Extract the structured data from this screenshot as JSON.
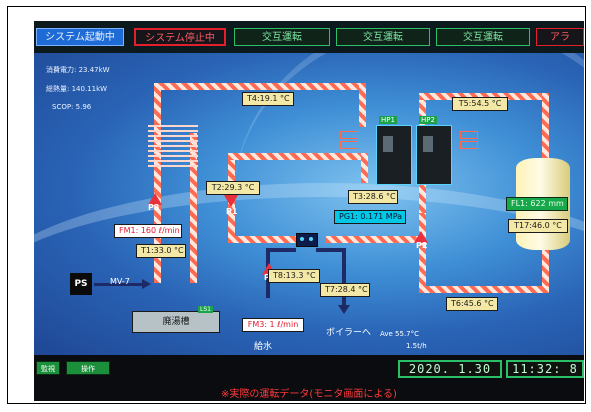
{
  "topbar": {
    "tabs": [
      {
        "label": "システム起動中"
      },
      {
        "label": "システム停止中"
      },
      {
        "label": "交互運転"
      },
      {
        "label": "交互運転"
      },
      {
        "label": "交互運転"
      },
      {
        "label": "アラ"
      }
    ]
  },
  "stats": {
    "power": "消費電力: 23.47kW",
    "heat": "総熱量: 140.11kW",
    "scop": "SCOP: 5.96"
  },
  "temps": {
    "T1": "T1:33.0 °C",
    "T2": "T2:29.3 °C",
    "T3": "T3:28.6 °C",
    "T4": "T4:19.1 °C",
    "T5": "T5:54.5 °C",
    "T6": "T6:45.6 °C",
    "T7": "T7:28.4 °C",
    "T8": "T8:13.3 °C",
    "T17": "T17:46.0 °C"
  },
  "flows": {
    "FM1": "FM1: 160 ℓ/min",
    "FM3": "FM3: 1 ℓ/min"
  },
  "pressure": {
    "PG1": "PG1: 0.171 MPa"
  },
  "level": {
    "FL1": "FL1: 622 mm"
  },
  "pumps": {
    "P1": "P1",
    "P2": "P2",
    "P3": "P3",
    "P5": "P5"
  },
  "heatpumps": {
    "hp1": "HP1",
    "hp2": "HP2"
  },
  "labels": {
    "haitou": "廃湯槽",
    "ls1": "LS1",
    "ps": "PS",
    "mv7": "MV-7",
    "supply_water": "給水",
    "to_boiler": "ボイラーへ",
    "ave": "Ave 55.7°C",
    "flow_right": "1.5t/h"
  },
  "bottombar": {
    "btn_monitor": "監視",
    "btn_operate": "操作",
    "date": "2020. 1.30",
    "time": "11:32: 8"
  },
  "caption": "※実際の運転データ(モニタ画面による)",
  "colors": {
    "screen_blue": "#2a64b6",
    "pipe_red": "#ff6b52",
    "status_green": "#2bbf68",
    "alert_red": "#e2202c"
  }
}
